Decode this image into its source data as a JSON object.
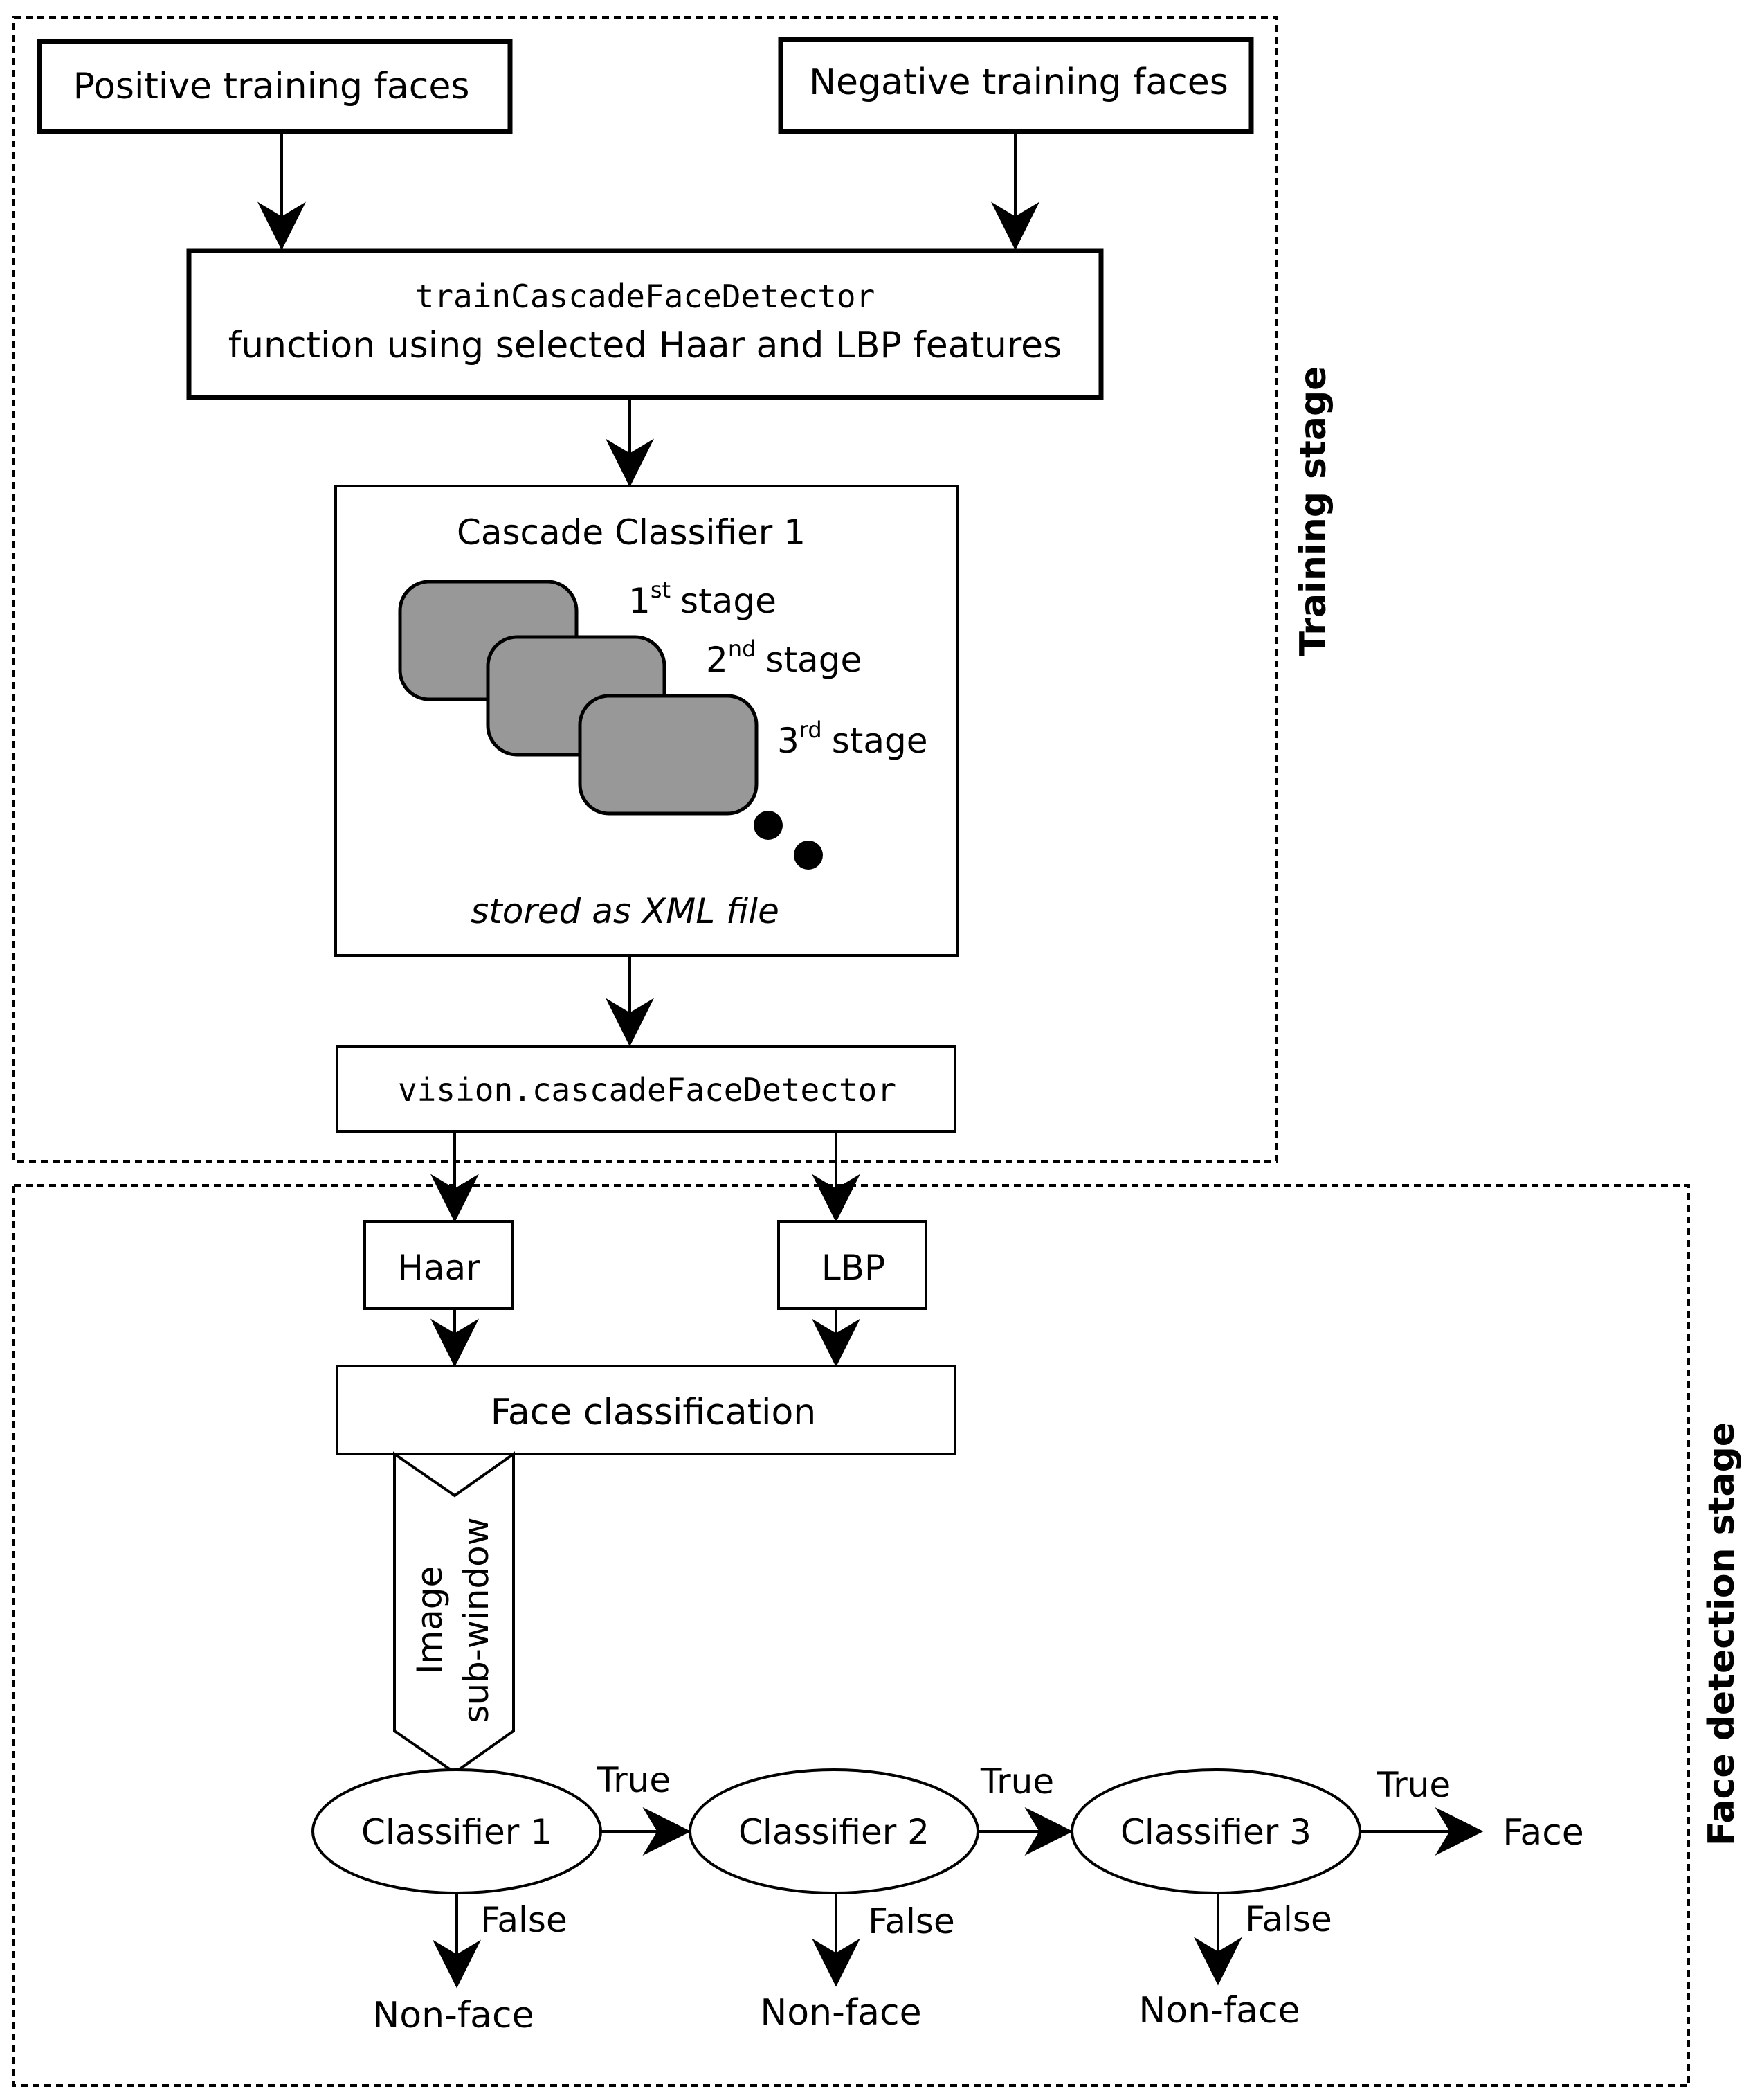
{
  "training": {
    "label": "Training stage",
    "positive": "Positive training faces",
    "negative": "Negative training faces",
    "train_fn": "trainCascadeFaceDetector",
    "train_desc": "function using selected Haar and LBP features",
    "cascade_title": "Cascade Classifier 1",
    "stages": [
      {
        "num": "1",
        "sup": "st",
        "word": "stage"
      },
      {
        "num": "2",
        "sup": "nd",
        "word": "stage"
      },
      {
        "num": "3",
        "sup": "rd",
        "word": "stage"
      }
    ],
    "stored": "stored as XML file",
    "detector": "vision.cascadeFaceDetector"
  },
  "detection": {
    "label": "Face detection stage",
    "haar": "Haar",
    "lbp": "LBP",
    "face_classification": "Face classification",
    "subwindow_line1": "Image",
    "subwindow_line2": "sub-window",
    "classifiers": [
      "Classifier 1",
      "Classifier 2",
      "Classifier 3"
    ],
    "true_label": "True",
    "false_label": "False",
    "non_face": "Non-face",
    "face": "Face"
  }
}
